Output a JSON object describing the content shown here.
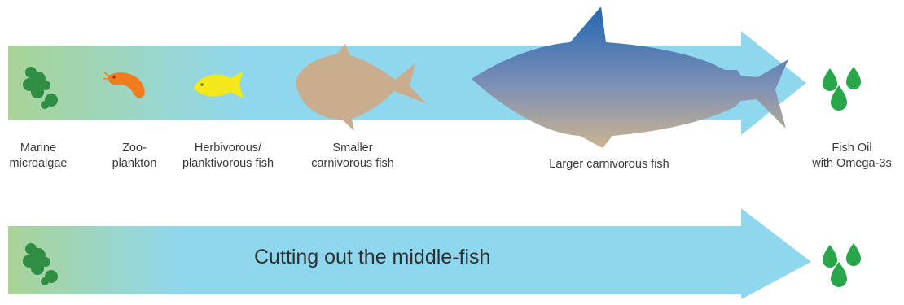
{
  "colors": {
    "arrow_start": "#a9d496",
    "arrow_end": "#8fd7ef",
    "algae": "#2f8e43",
    "zooplankton": "#f47a20",
    "herbivorous_fish": "#f2e81a",
    "smaller_fish": "#c8ae8f",
    "larger_fish_top": "#2a6ab2",
    "larger_fish_bottom": "#cbb48f",
    "oil_drops": "#2aa64a"
  },
  "icons": {
    "algae": "algae-cluster-icon",
    "zooplankton": "shrimp-icon",
    "herbivorous_fish": "small-fish-icon",
    "smaller_fish": "medium-fish-icon",
    "larger_fish": "large-fish-icon",
    "oil": "oil-drops-icon"
  },
  "food_chain": {
    "stages": [
      {
        "label": "Marine\nmicroalgae"
      },
      {
        "label": "Zoo-\nplankton"
      },
      {
        "label": "Herbivorous/\nplanktivorous fish"
      },
      {
        "label": "Smaller\ncarnivorous fish"
      },
      {
        "label": "Larger carnivorous fish"
      },
      {
        "label": "Fish Oil\nwith Omega-3s"
      }
    ]
  },
  "direct_path": {
    "caption": "Cutting out the middle-fish"
  }
}
